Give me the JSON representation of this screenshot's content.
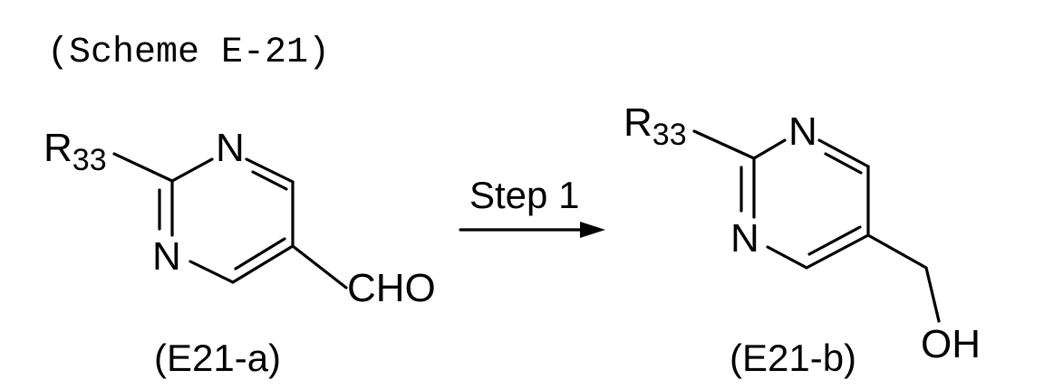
{
  "scheme": {
    "title": "(Scheme E-21)",
    "step_label": "Step 1"
  },
  "reactant": {
    "substituent": "R",
    "substituent_subscript": "33",
    "ring_atoms": [
      "N",
      "N"
    ],
    "group": "CHO",
    "label": "(E21-a)"
  },
  "product": {
    "substituent": "R",
    "substituent_subscript": "33",
    "ring_atoms": [
      "N",
      "N"
    ],
    "group": "OH",
    "label": "(E21-b)"
  }
}
